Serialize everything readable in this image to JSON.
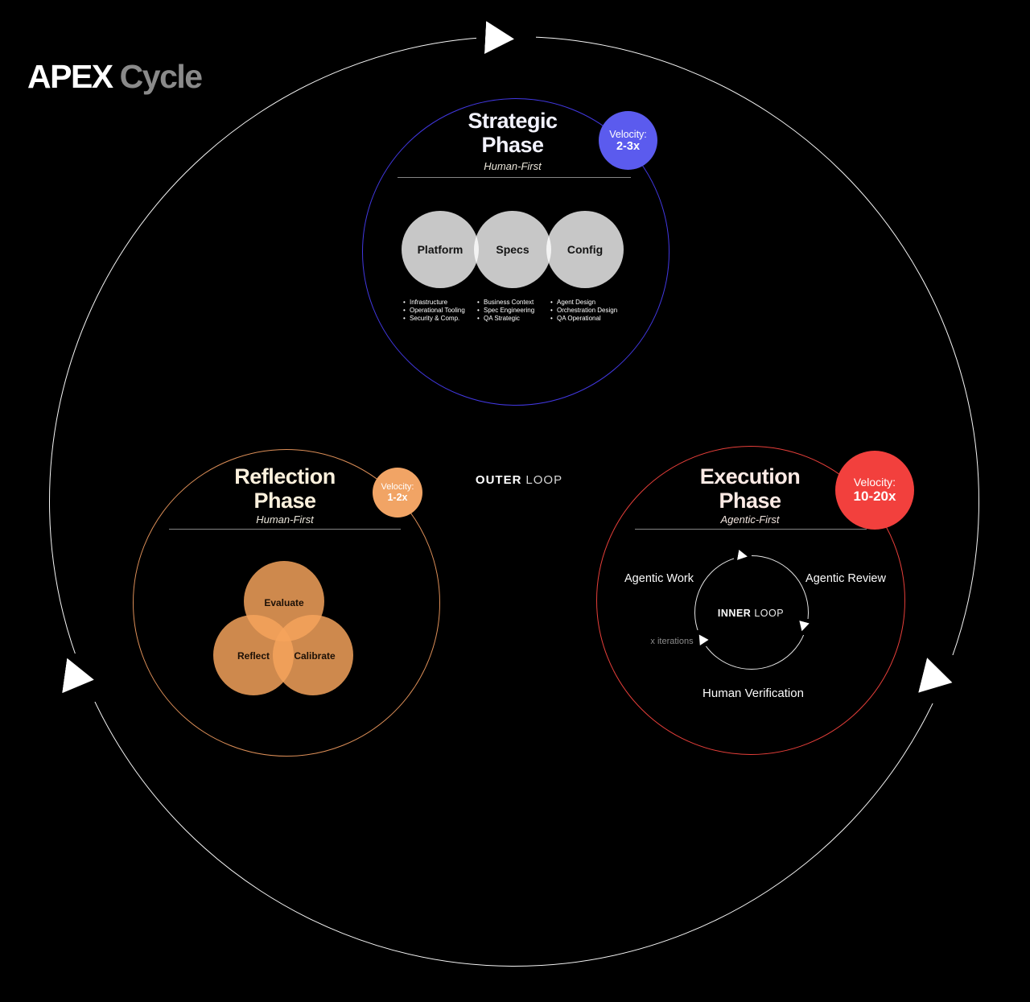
{
  "logo": {
    "primary": "APEX",
    "secondary": "Cycle"
  },
  "outer_loop": {
    "label_bold": "OUTER",
    "label_light": "LOOP"
  },
  "colors": {
    "background": "#000000",
    "outer_ring": "#f7f7f7",
    "strategic_ring": "#4238e2",
    "strategic_badge": "#5b5bee",
    "reflection_ring": "#dd8f58",
    "reflection_badge": "#f1a465",
    "reflection_venn": "#cf8a4e",
    "execution_ring": "#e73f3a",
    "execution_badge": "#f2403d",
    "gray_venn": "#c7c7c7"
  },
  "phases": {
    "strategic": {
      "title_lines": [
        "Strategic",
        "Phase"
      ],
      "subtitle": "Human-First",
      "velocity_label": "Velocity:",
      "velocity_value": "2-3x",
      "venn": [
        {
          "label": "Platform",
          "items": [
            "Infrastructure",
            "Operational Tooling",
            "Security & Comp."
          ]
        },
        {
          "label": "Specs",
          "items": [
            "Business Context",
            "Spec Engineering",
            "QA Strategic"
          ]
        },
        {
          "label": "Config",
          "items": [
            "Agent Design",
            "Orchestration Design",
            "QA Operational"
          ]
        }
      ]
    },
    "reflection": {
      "title_lines": [
        "Reflection",
        "Phase"
      ],
      "subtitle": "Human-First",
      "velocity_label": "Velocity:",
      "velocity_value": "1-2x",
      "venn": [
        {
          "label": "Evaluate"
        },
        {
          "label": "Reflect"
        },
        {
          "label": "Calibrate"
        }
      ]
    },
    "execution": {
      "title_lines": [
        "Execution",
        "Phase"
      ],
      "subtitle": "Agentic-First",
      "velocity_label": "Velocity:",
      "velocity_value": "10-20x",
      "inner_loop": {
        "label_bold": "INNER",
        "label_light": "LOOP",
        "step_work": "Agentic Work",
        "step_review": "Agentic Review",
        "step_human": "Human Verification",
        "iterations_note": "x iterations"
      }
    }
  }
}
